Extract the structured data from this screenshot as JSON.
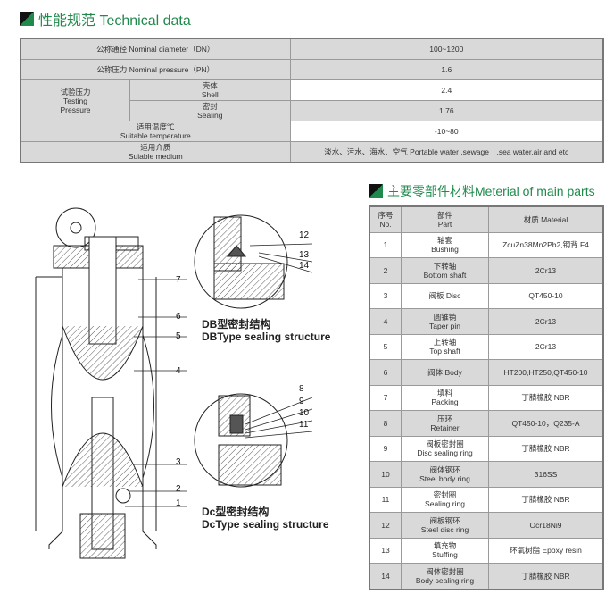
{
  "technical": {
    "title": "性能规范 Technical data",
    "rows": [
      {
        "label": "公称通径 Nominal diameter（DN）",
        "value": "100~1200"
      },
      {
        "label": "公称压力 Nominal pressure（PN）",
        "value": "1.6"
      },
      {
        "group_cn": "试验压力",
        "group_en1": "Testing",
        "group_en2": "Pressure",
        "sub": [
          {
            "cn": "壳体",
            "en": "Shell",
            "value": "2.4"
          },
          {
            "cn": "密封",
            "en": "Sealing",
            "value": "1.76"
          }
        ]
      },
      {
        "cn": "适用温度℃",
        "en": "Suitable temperature",
        "value": "-10~80"
      },
      {
        "cn": "适用介质",
        "en": "Suiable medium",
        "value": "淡水、污水、海水、空气 Portable water ,sewage　,sea water,air and etc"
      }
    ]
  },
  "parts": {
    "title": "主要零部件材料Meterial of main parts",
    "header": {
      "no_cn": "序号",
      "no_en": "No.",
      "part_cn": "部件",
      "part_en": "Part",
      "material": "材质 Material"
    },
    "rows": [
      {
        "no": "1",
        "cn": "轴套",
        "en": "Bushing",
        "mat": "ZcuZn38Mn2Pb2,钢背 F4"
      },
      {
        "no": "2",
        "cn": "下转轴",
        "en": "Bottom shaft",
        "mat": "2Cr13"
      },
      {
        "no": "3",
        "cn": "阀板 Disc",
        "en": "",
        "mat": "QT450-10"
      },
      {
        "no": "4",
        "cn": "圆锥销",
        "en": "Taper pin",
        "mat": "2Cr13"
      },
      {
        "no": "5",
        "cn": "上转轴",
        "en": "Top shaft",
        "mat": "2Cr13"
      },
      {
        "no": "6",
        "cn": "阀体 Body",
        "en": "",
        "mat": "HT200,HT250,QT450-10"
      },
      {
        "no": "7",
        "cn": "填料",
        "en": "Packing",
        "mat": "丁腈橡胶 NBR"
      },
      {
        "no": "8",
        "cn": "压环",
        "en": "Retainer",
        "mat": "QT450-10，Q235-A"
      },
      {
        "no": "9",
        "cn": "阀板密封圈",
        "en": "Disc sealing ring",
        "mat": "丁腈橡胶 NBR"
      },
      {
        "no": "10",
        "cn": "阀体钢环",
        "en": "Steel body ring",
        "mat": "316SS"
      },
      {
        "no": "11",
        "cn": "密封圈",
        "en": "Sealing ring",
        "mat": "丁腈橡胶 NBR"
      },
      {
        "no": "12",
        "cn": "阀板钢环",
        "en": "Steel disc ring",
        "mat": "Ocr18Ni9"
      },
      {
        "no": "13",
        "cn": "填充物",
        "en": "Stuffing",
        "mat": "环氧树脂 Epoxy resin"
      },
      {
        "no": "14",
        "cn": "阀体密封圈",
        "en": "Body sealing ring",
        "mat": "丁腈橡胶 NBR"
      }
    ]
  },
  "drawing": {
    "main_labels": [
      "7",
      "6",
      "5",
      "4",
      "3",
      "2",
      "1"
    ],
    "db_labels": [
      "12",
      "13",
      "14"
    ],
    "dc_labels": [
      "8",
      "9",
      "10",
      "11"
    ],
    "db_caption_cn": "DB型密封结构",
    "db_caption_en": "DBType sealing structure",
    "dc_caption_cn": "Dc型密封结构",
    "dc_caption_en": "DcType sealing structure"
  }
}
